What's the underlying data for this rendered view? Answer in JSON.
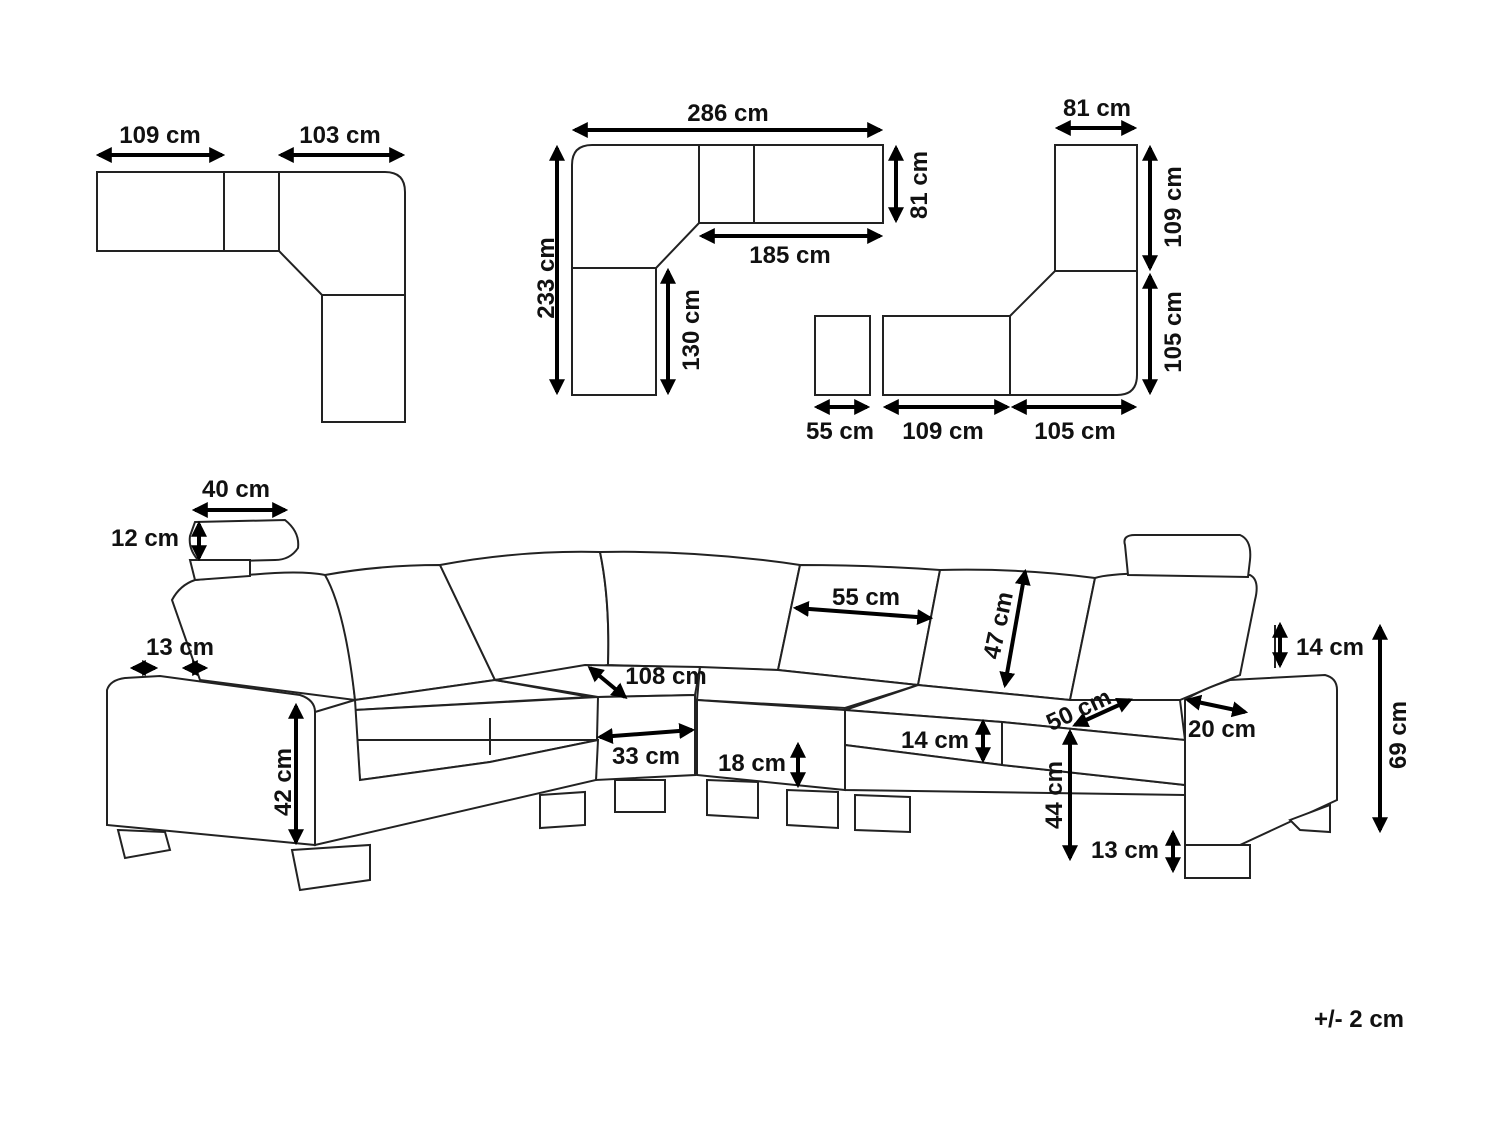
{
  "top_left_plan": {
    "width_left": "109 cm",
    "width_right": "103 cm"
  },
  "middle_plan": {
    "total_width": "286 cm",
    "total_depth": "233 cm",
    "arm_depth": "81 cm",
    "inner_width": "185 cm",
    "inner_depth": "130 cm"
  },
  "right_plan": {
    "top_width": "81 cm",
    "upper_depth": "109 cm",
    "lower_depth": "105 cm",
    "ottoman_width": "55 cm",
    "section_width": "109 cm",
    "corner_width": "105 cm"
  },
  "sofa_view": {
    "headrest_width": "40 cm",
    "headrest_height": "12 cm",
    "armrest_width": "13 cm",
    "seat_height_left": "42 cm",
    "corner_diagonal": "108 cm",
    "corner_front": "33 cm",
    "base_height": "18 cm",
    "backrest_width": "55 cm",
    "backrest_height": "47 cm",
    "cushion_height": "14 cm",
    "seat_depth": "50 cm",
    "arm_width_right": "20 cm",
    "headrest_right_height": "14 cm",
    "total_height": "69 cm",
    "seat_height": "44 cm",
    "leg_height": "13 cm"
  },
  "tolerance": "+/- 2 cm"
}
